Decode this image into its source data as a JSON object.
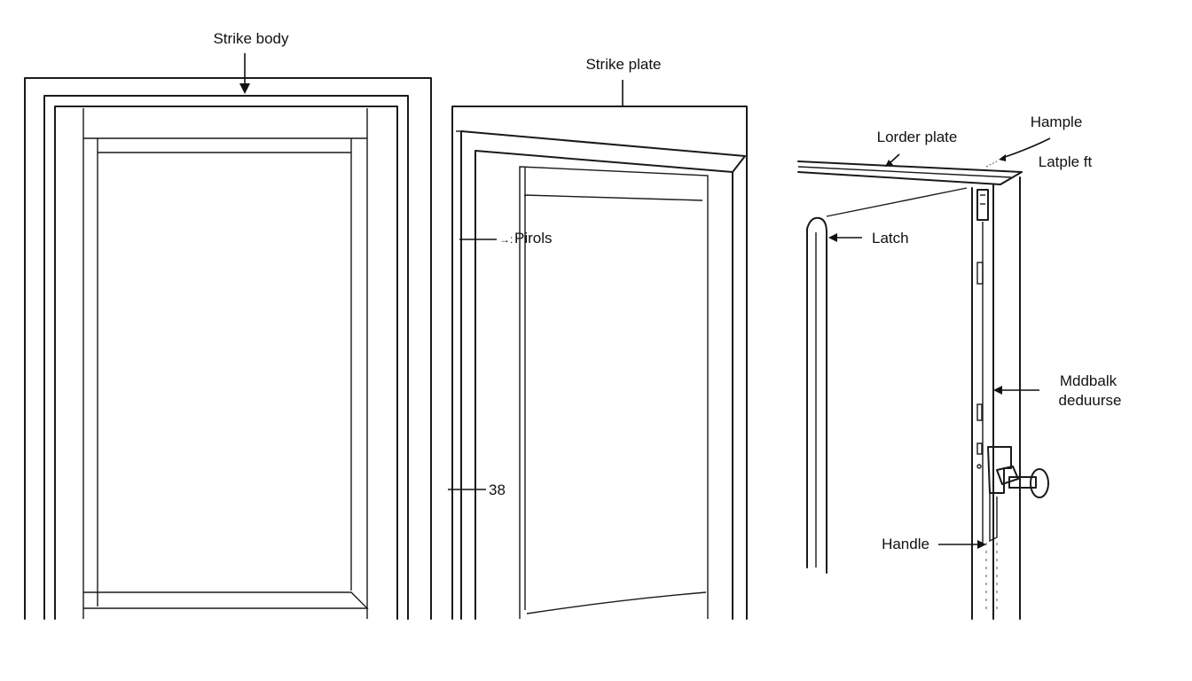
{
  "labels": {
    "strike_body": "Strike body",
    "strike_plate": "Strike plate",
    "pivots": "Pirols",
    "pivots_prefix": "→:",
    "dimension": "38",
    "loader_plate": "Lorder plate",
    "hample": "Hample",
    "latch_plate": "Latple ft",
    "latch": "Latch",
    "middle_back_line1": "Mddbalk",
    "middle_back_line2": "deduurse",
    "handle": "Handle"
  },
  "colors": {
    "line": "#1a1a1a",
    "background": "#ffffff"
  }
}
